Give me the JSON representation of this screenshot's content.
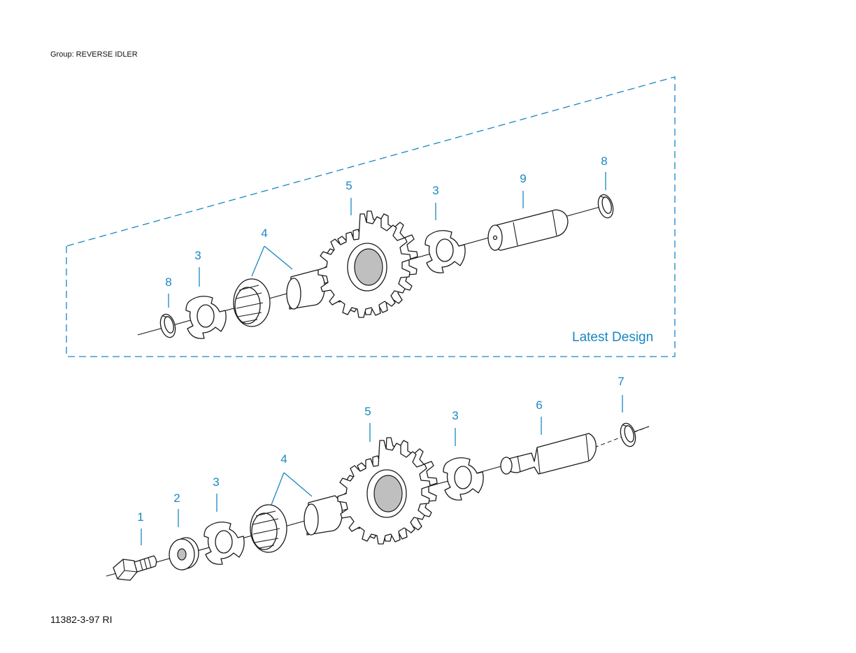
{
  "header": {
    "group_label": "Group: REVERSE IDLER"
  },
  "footer": {
    "figure_code": "11382-3-97 RI"
  },
  "assembly_latest": {
    "label": "Latest Design",
    "callouts": {
      "c8a": "8",
      "c3a": "3",
      "c4": "4",
      "c5": "5",
      "c3b": "3",
      "c9": "9",
      "c8b": "8"
    }
  },
  "assembly_previous": {
    "callouts": {
      "c1": "1",
      "c2": "2",
      "c3a": "3",
      "c4": "4",
      "c5": "5",
      "c3b": "3",
      "c6": "6",
      "c7": "7"
    }
  },
  "colors": {
    "callout": "#1a87c2",
    "line": "#1a1a1a"
  }
}
